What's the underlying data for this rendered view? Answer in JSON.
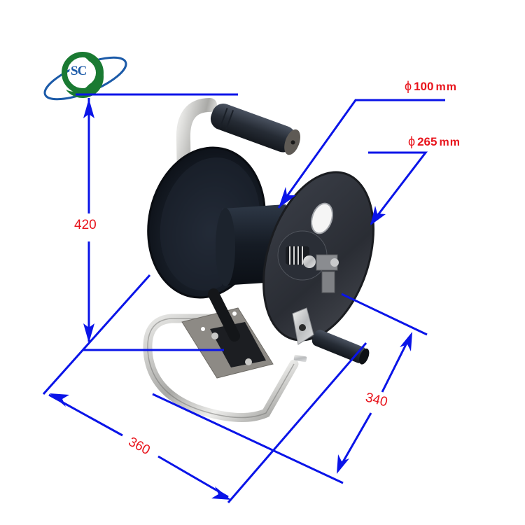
{
  "logo": {
    "text": "SC",
    "ring_color": "#1a7a32",
    "swoosh_color": "#1b5aa8"
  },
  "dimensions": {
    "height": {
      "value": "420",
      "orientation": "vertical"
    },
    "width": {
      "value": "360",
      "orientation": "diagonal-left"
    },
    "depth": {
      "value": "340",
      "orientation": "diagonal-right"
    },
    "drum_diameter": {
      "symbol": "ϕ",
      "value": "100",
      "unit": "mm"
    },
    "flange_diameter": {
      "symbol": "ϕ",
      "value": "265",
      "unit": "mm"
    }
  },
  "colors": {
    "dimension_line": "#0a14e8",
    "dimension_text": "#e8141c",
    "background": "#ffffff"
  },
  "product": {
    "name": "hose-reel",
    "parts": [
      "handle-grip",
      "rear-flange",
      "drum",
      "front-flange",
      "swivel-fitting",
      "crank-handle",
      "stainless-frame",
      "base-plate"
    ]
  }
}
